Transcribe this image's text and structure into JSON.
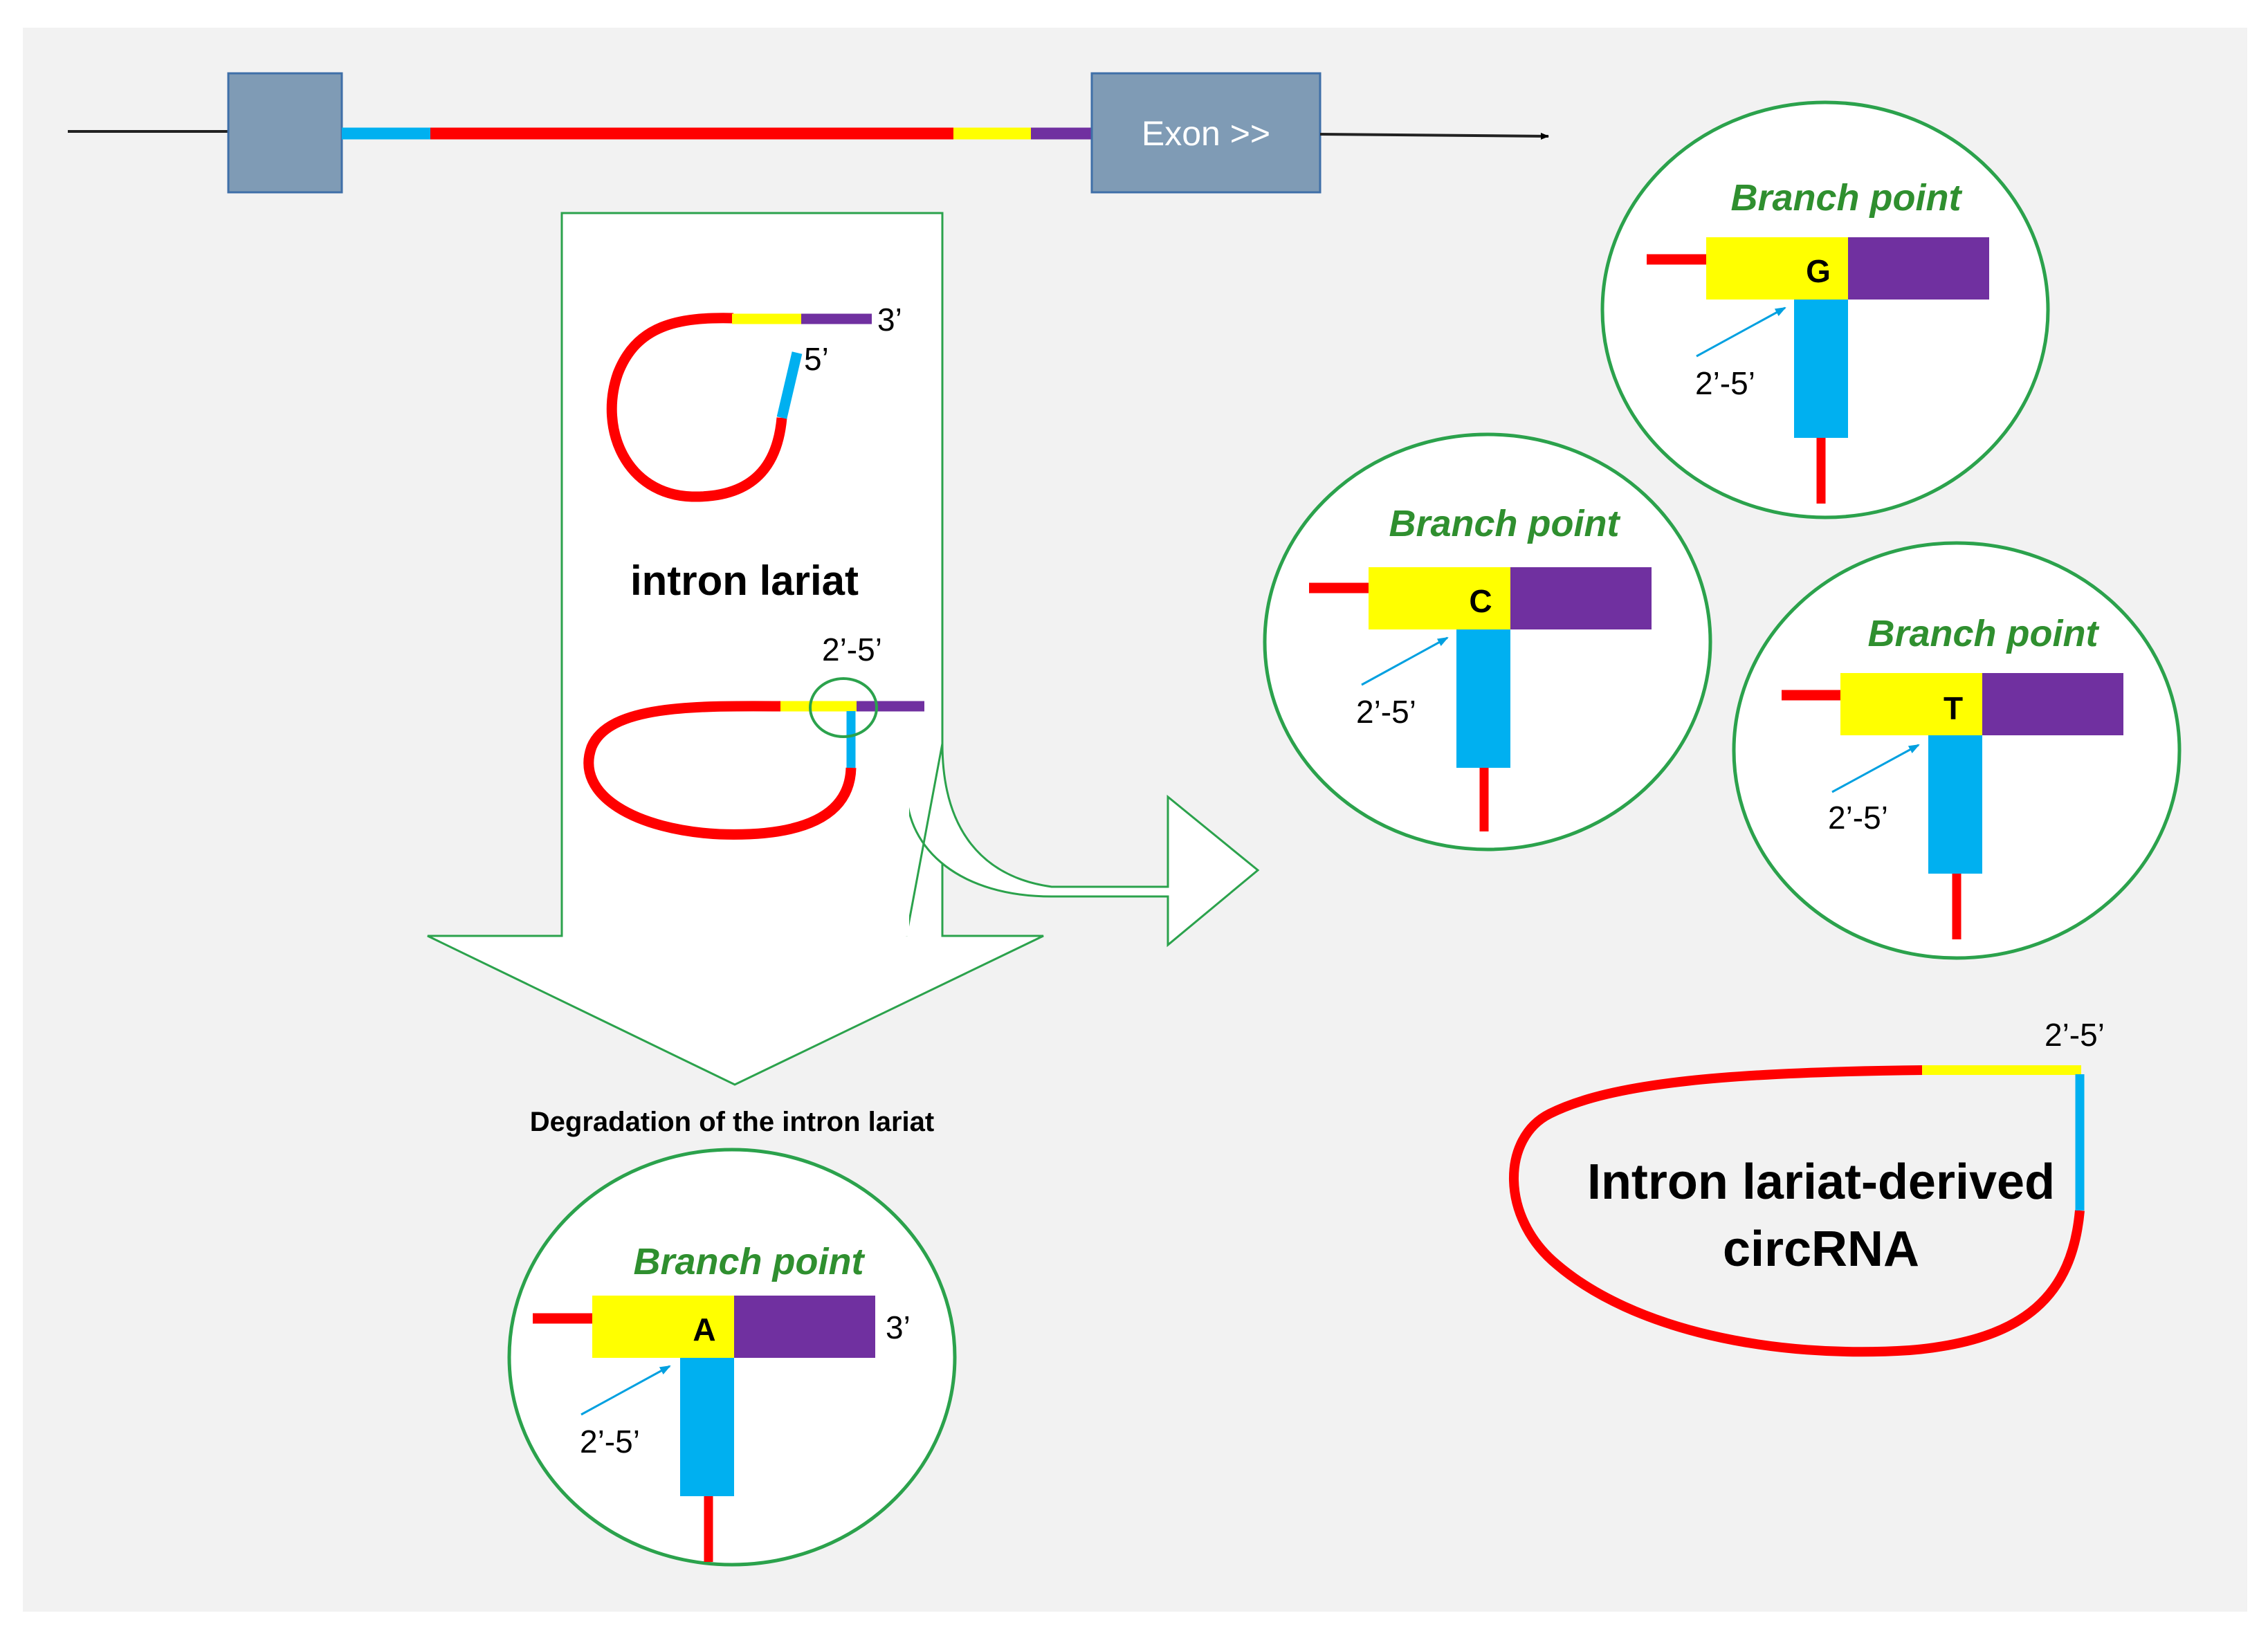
{
  "colors": {
    "panel_background": "#f2f2f2",
    "exon_box": "#7f9bb5",
    "intron_blue": "#00b0f0",
    "intron_red": "#ff0000",
    "intron_yellow": "#ffff00",
    "intron_purple": "#7030a0",
    "outline_green": "#2ba24c",
    "title_green": "#2f8f2f"
  },
  "gene": {
    "exon_label": "Exon >>"
  },
  "lariat": {
    "label": "intron lariat",
    "end_3": "3’",
    "end_5": "5’",
    "bond": "2’-5’"
  },
  "degradation": {
    "label": "Degradation of the intron lariat"
  },
  "branch_points": [
    {
      "id": "G",
      "title": "Branch point",
      "base": "G",
      "bond": "2’-5’",
      "show_3prime": false
    },
    {
      "id": "C",
      "title": "Branch point",
      "base": "C",
      "bond": "2’-5’",
      "show_3prime": false
    },
    {
      "id": "T",
      "title": "Branch point",
      "base": "T",
      "bond": "2’-5’",
      "show_3prime": false
    },
    {
      "id": "A",
      "title": "Branch point",
      "base": "A",
      "bond": "2’-5’",
      "show_3prime": true,
      "end_3": "3’"
    }
  ],
  "circrna": {
    "label_line1": "Intron lariat-derived",
    "label_line2": "circRNA",
    "bond": "2’-5’"
  }
}
